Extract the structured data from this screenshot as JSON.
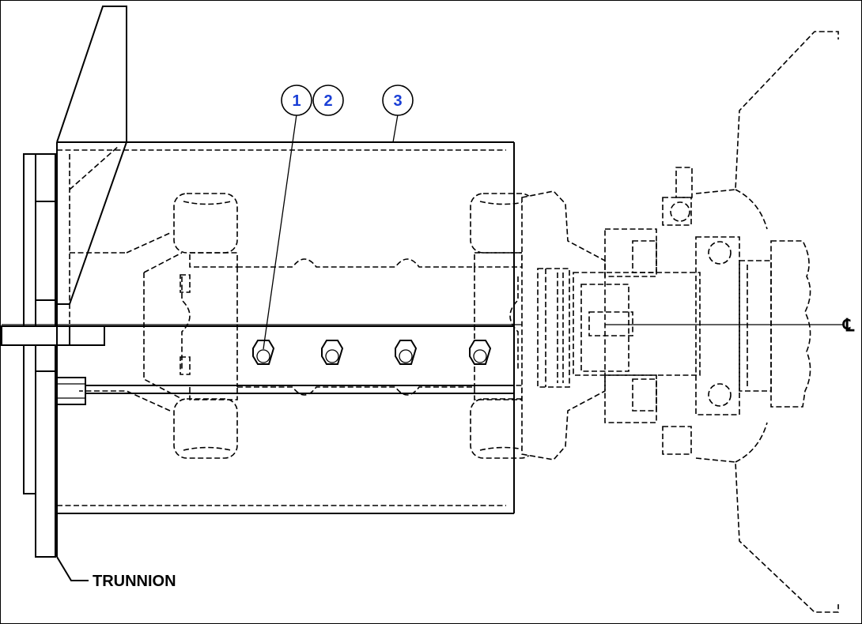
{
  "callouts": [
    {
      "id": "callout-1",
      "label": "1"
    },
    {
      "id": "callout-2",
      "label": "2"
    },
    {
      "id": "callout-3",
      "label": "3"
    }
  ],
  "labels": {
    "trunnion": "TRUNNION",
    "centerline": "℄"
  }
}
